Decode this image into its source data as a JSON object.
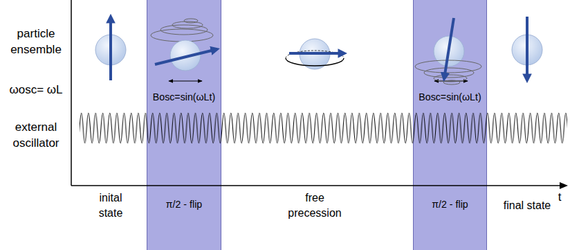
{
  "diagram": {
    "nodes": [
      {
        "text": [
          "Bosc=sin(ωLt)",
          "π/2 - flip"
        ]
      },
      {
        "text": [
          "Bosc=sin(ωLt)",
          "π/2 - flip"
        ]
      }
    ],
    "labels": [
      "particle ensemble",
      "ωosc= ωL",
      "external oscillator",
      "t",
      "inital state",
      "free precession",
      "final state"
    ]
  }
}
